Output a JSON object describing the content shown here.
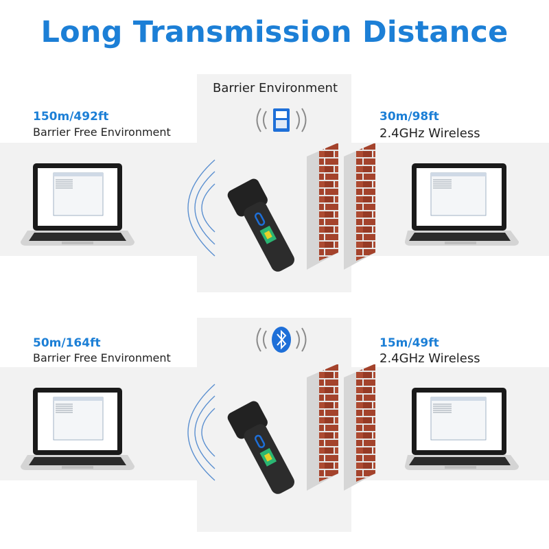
{
  "colors": {
    "accent": "#1c7fd6",
    "brick": "#a0402a",
    "mortar": "#e8e8e8",
    "band": "#f2f2f2"
  },
  "title": "Long Transmission Distance",
  "top": {
    "barrier_label": "Barrier Environment",
    "left_distance": "150m/492ft",
    "left_env": "Barrier Free Environment",
    "right_distance": "30m/98ft",
    "right_env": "2.4GHz Wireless",
    "connector_icon": "usb-dongle-icon"
  },
  "bottom": {
    "left_distance": "50m/164ft",
    "left_env": "Barrier Free Environment",
    "right_distance": "15m/49ft",
    "right_env": "2.4GHz Wireless",
    "connector_icon": "bluetooth-icon"
  }
}
